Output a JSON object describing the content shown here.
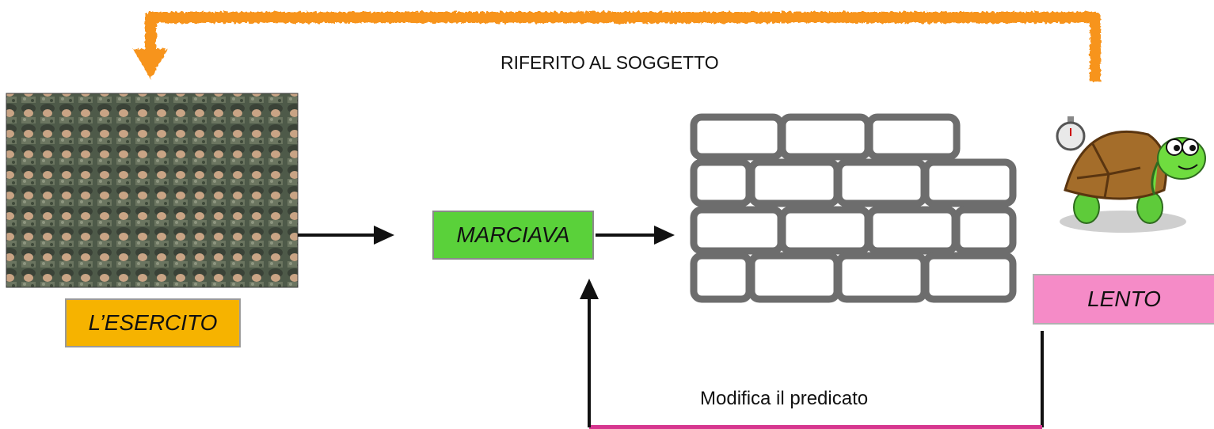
{
  "labels": {
    "subject": "L’ESERCITO",
    "predicate": "MARCIAVA",
    "complement": "LENTO",
    "top_relation": "RIFERITO AL SOGGETTO",
    "bottom_relation": "Modifica il predicato"
  },
  "colors": {
    "subject_fill": "#f6b300",
    "predicate_fill": "#5ad13a",
    "complement_fill": "#f58bc7",
    "crayon_arrow": "#f7941d",
    "bottom_line": "#d6368f",
    "wall_stroke": "#6d6d6d"
  },
  "icons": {
    "army_photo": "soldiers-crowd-image",
    "wall": "brick-wall-icon",
    "turtle": "turtle-with-stopwatch-icon"
  }
}
